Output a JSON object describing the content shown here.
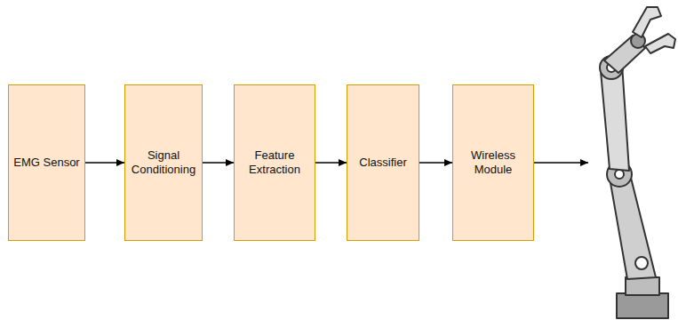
{
  "diagram": {
    "nodes": [
      {
        "text": [
          "EMG Sensor"
        ]
      },
      {
        "text": [
          "Signal Conditioning"
        ]
      },
      {
        "text": [
          "Feature Extraction"
        ]
      },
      {
        "text": [
          "Classifier"
        ]
      },
      {
        "text": [
          "Wireless Module"
        ]
      }
    ],
    "edges": [
      {
        "from": 0,
        "to": 1,
        "arrow": "to"
      },
      {
        "from": 1,
        "to": 2,
        "arrow": "to"
      },
      {
        "from": 2,
        "to": 3,
        "arrow": "to"
      },
      {
        "from": 3,
        "to": 4,
        "arrow": "to"
      }
    ]
  }
}
